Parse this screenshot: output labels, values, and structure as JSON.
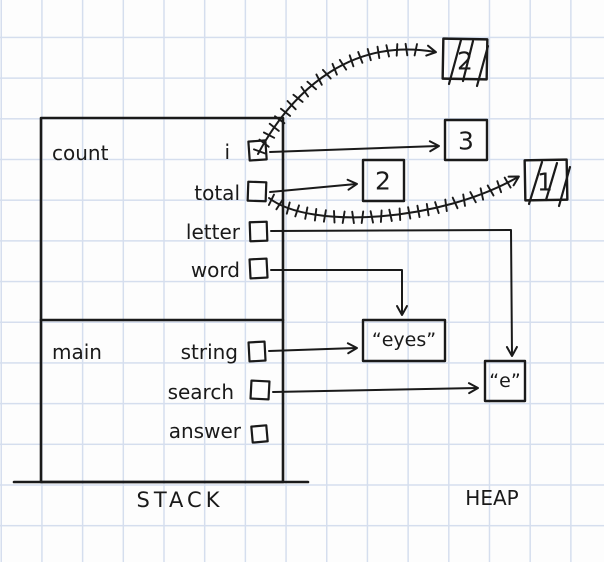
{
  "title": "Hand-drawn stack and heap memory diagram",
  "palette": {
    "ink": "#1a1a1a",
    "grid": "#d5deee",
    "paper": "#fdfdfd"
  },
  "stack": {
    "label": "STACK",
    "frames": [
      {
        "name": "count",
        "vars": [
          {
            "label": "i"
          },
          {
            "label": "total"
          },
          {
            "label": "letter"
          },
          {
            "label": "word"
          }
        ]
      },
      {
        "name": "main",
        "vars": [
          {
            "label": "string"
          },
          {
            "label": "search"
          },
          {
            "label": "answer"
          }
        ]
      }
    ]
  },
  "heap": {
    "label": "HEAP",
    "cells": [
      {
        "value": "2",
        "state": "crossed-out"
      },
      {
        "value": "3",
        "state": "active"
      },
      {
        "value": "2",
        "state": "active"
      },
      {
        "value": "1",
        "state": "crossed-out"
      },
      {
        "value": "“eyes”",
        "state": "active"
      },
      {
        "value": "“e”",
        "state": "active"
      }
    ]
  },
  "pointers": [
    {
      "from": "i",
      "to": "2",
      "style": "hatched-curve",
      "state": "stale"
    },
    {
      "from": "i",
      "to": "3",
      "style": "straight",
      "state": "current"
    },
    {
      "from": "total",
      "to": "2",
      "style": "straight",
      "state": "current"
    },
    {
      "from": "total",
      "to": "1",
      "style": "hatched-curve",
      "state": "stale"
    },
    {
      "from": "letter",
      "to": "“e”",
      "style": "elbow",
      "state": "current"
    },
    {
      "from": "word",
      "to": "“eyes”",
      "style": "elbow",
      "state": "current"
    },
    {
      "from": "string",
      "to": "“eyes”",
      "style": "straight",
      "state": "current"
    },
    {
      "from": "search",
      "to": "“e”",
      "style": "straight",
      "state": "current"
    }
  ]
}
